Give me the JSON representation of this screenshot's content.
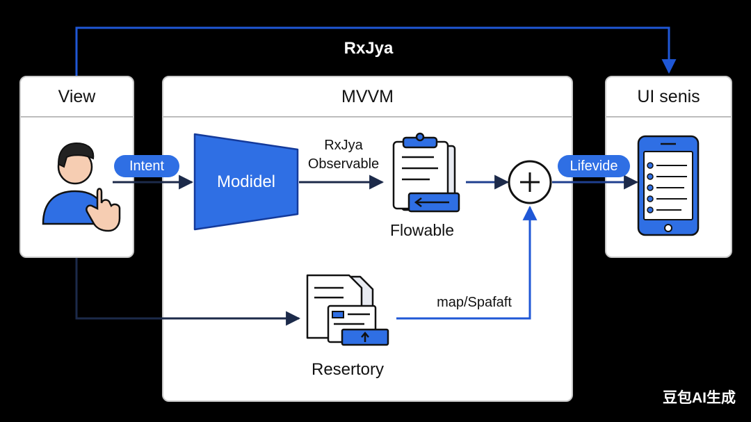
{
  "diagram": {
    "top_route_label": "RxJya",
    "view": {
      "title": "View",
      "intent_label": "Intent",
      "icons": [
        "user-pointing-icon"
      ]
    },
    "mvvm": {
      "title": "MVVM",
      "model_label": "Modidel",
      "stream_label_line1": "RxJya",
      "stream_label_line2": "Observable",
      "flowable_label": "Flowable",
      "merge_symbol": "+",
      "map_label": "map/Spafaft",
      "repository_label": "Resertory",
      "icons": [
        "clipboard-icon",
        "merge-plus-icon",
        "repository-document-icon"
      ]
    },
    "ui": {
      "title": "UI senis",
      "lifecycle_label": "Lifevide",
      "icons": [
        "phone-list-icon"
      ]
    },
    "watermark": "豆包AI生成",
    "colors": {
      "accent_blue": "#2f6fe4",
      "route_blue": "#1f57d6",
      "dark_navy": "#1c2a4a",
      "background": "#000000",
      "panel": "#ffffff"
    }
  }
}
